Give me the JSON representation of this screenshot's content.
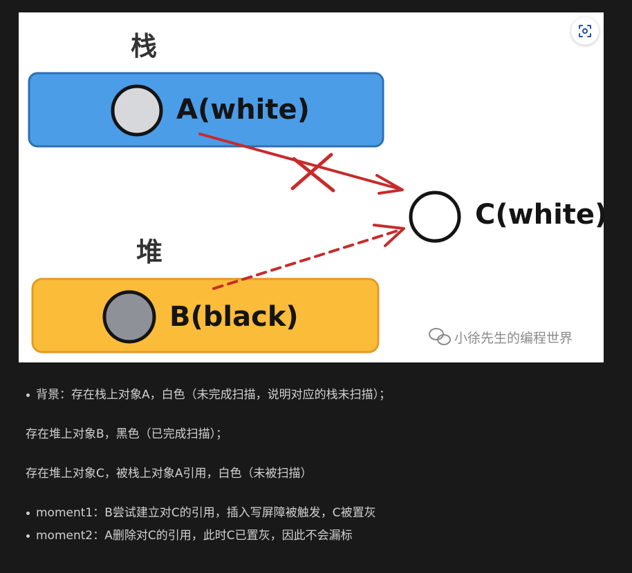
{
  "figure": {
    "stack_label": "栈",
    "heap_label": "堆",
    "object_a": "A(white)",
    "object_b": "B(black)",
    "object_c": "C(white)",
    "watermark": "小徐先生的编程世界",
    "colors": {
      "stack_box": "#4b9de8",
      "heap_box": "#fbbc39",
      "arrow": "#c72b2b",
      "ball_a": "#d6d8dc",
      "ball_b": "#8e9298"
    }
  },
  "lens_button": {
    "icon": "scan-icon"
  },
  "content": {
    "line1": "背景：存在栈上对象A，白色（未完成扫描，说明对应的栈未扫描）；",
    "line2": "存在堆上对象B，黑色（已完成扫描）；",
    "line3": "存在堆上对象C，被栈上对象A引用，白色（未被扫描）",
    "bullet1": "moment1：B尝试建立对C的引用，插入写屏障被触发，C被置灰",
    "bullet2": "moment2：A删除对C的引用，此时C已置灰，因此不会漏标"
  }
}
